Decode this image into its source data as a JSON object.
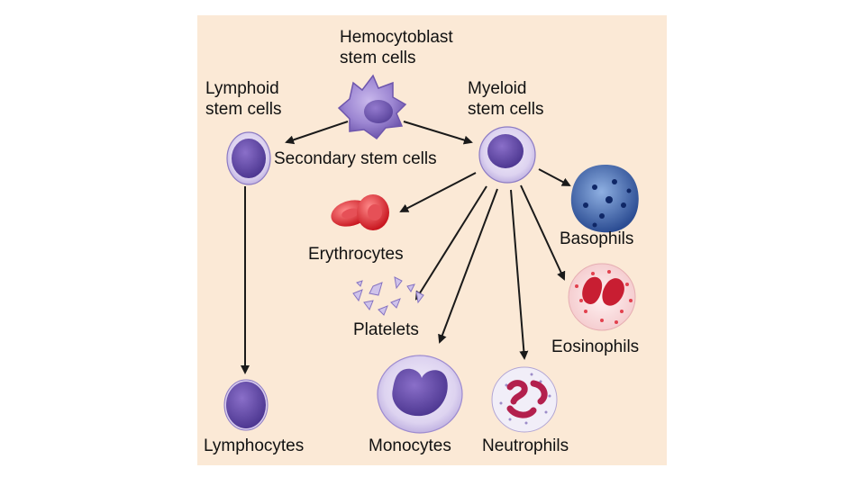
{
  "labels": {
    "hemocytoblast": "Hemocytoblast\nstem cells",
    "lymphoid": "Lymphoid\nstem cells",
    "myeloid": "Myeloid\nstem cells",
    "secondary": "Secondary stem cells",
    "erythrocytes": "Erythrocytes",
    "basophils": "Basophils",
    "platelets": "Platelets",
    "eosinophils": "Eosinophils",
    "lymphocytes": "Lymphocytes",
    "monocytes": "Monocytes",
    "neutrophils": "Neutrophils"
  },
  "colors": {
    "background": "#fbe9d6",
    "arrow": "#1a1a1a",
    "stem_cell": "#7a62b8",
    "erythrocyte": "#e0333d",
    "basophil": "#2f4e8e",
    "eosinophil": "#d8303f",
    "neutrophil": "#c23a6a",
    "monocyte": "#8a72c4"
  },
  "cells": [
    {
      "name": "hemocytoblast-cell",
      "icon": "hemocytoblast-icon"
    },
    {
      "name": "lymphoid-stem-cell",
      "icon": "lymphoid-cell-icon"
    },
    {
      "name": "myeloid-stem-cell",
      "icon": "myeloid-cell-icon"
    },
    {
      "name": "erythrocyte-cells",
      "icon": "red-blood-cell-icon"
    },
    {
      "name": "platelet-fragments",
      "icon": "platelet-icon"
    },
    {
      "name": "basophil-cell",
      "icon": "basophil-icon"
    },
    {
      "name": "eosinophil-cell",
      "icon": "eosinophil-icon"
    },
    {
      "name": "lymphocyte-cell",
      "icon": "lymphocyte-icon"
    },
    {
      "name": "monocyte-cell",
      "icon": "monocyte-icon"
    },
    {
      "name": "neutrophil-cell",
      "icon": "neutrophil-icon"
    }
  ]
}
